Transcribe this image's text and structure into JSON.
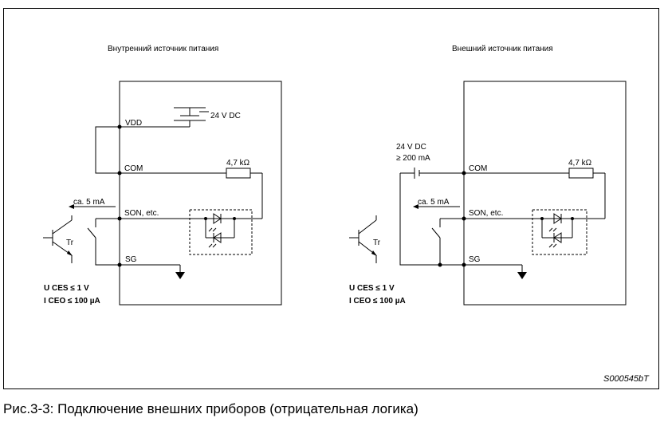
{
  "left_panel": {
    "title": "Внутренний источник питания",
    "supply": "24 V DC",
    "vdd": "VDD",
    "com": "COM",
    "resistor": "4,7 kΩ",
    "current": "ca. 5 mA",
    "son": "SON, etc.",
    "sg": "SG",
    "transistor": "Tr",
    "uces": "U CES ≤ 1 V",
    "iceo": "I CEO ≤ 100 µA"
  },
  "right_panel": {
    "title": "Внешний источник питания",
    "supply_line1": "24 V DC",
    "supply_line2": "≥ 200 mA",
    "com": "COM",
    "resistor": "4,7 kΩ",
    "current": "ca. 5 mA",
    "son": "SON, etc.",
    "sg": "SG",
    "transistor": "Tr",
    "uces": "U CES ≤ 1 V",
    "iceo": "I CEO ≤ 100 µA"
  },
  "figure_code": "S000545bT",
  "caption": "Рис.3-3: Подключение внешних приборов (отрицательная логика)"
}
